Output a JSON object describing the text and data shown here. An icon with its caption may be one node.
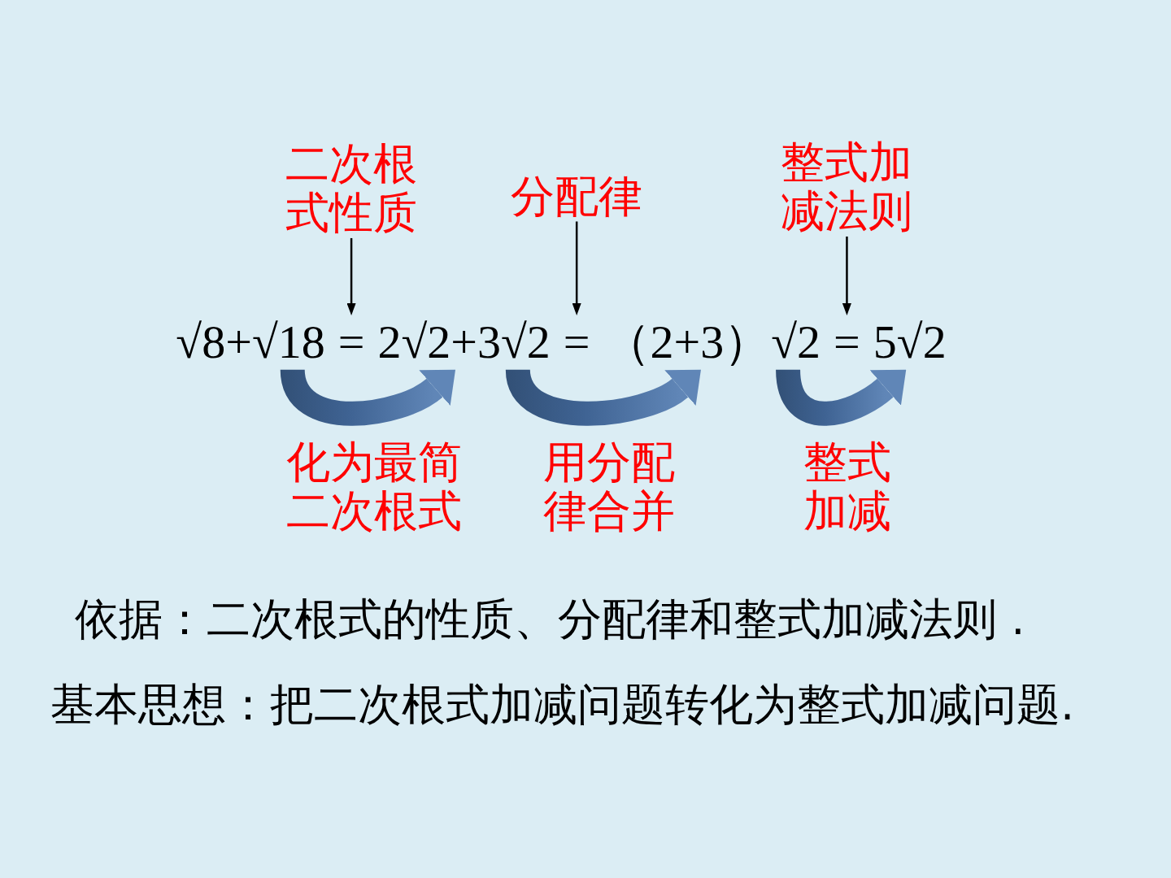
{
  "diagram": {
    "nodes": [
      {
        "text": [
          "二次根式性质"
        ]
      },
      {
        "text": [
          "分配律"
        ]
      },
      {
        "text": [
          "整式加减法则"
        ]
      },
      {
        "text": [
          "√8+√18"
        ]
      },
      {
        "text": [
          "="
        ]
      },
      {
        "text": [
          "2√2+3√2"
        ]
      },
      {
        "text": [
          "="
        ]
      },
      {
        "text": [
          "（2+3）√2"
        ]
      },
      {
        "text": [
          "="
        ]
      },
      {
        "text": [
          "5√2"
        ]
      }
    ],
    "edges": [
      {
        "from": 0,
        "to": 4,
        "arrow": "to"
      },
      {
        "from": 1,
        "to": 6,
        "arrow": "to"
      },
      {
        "from": 2,
        "to": 8,
        "arrow": "to"
      },
      {
        "from": 3,
        "to": 5,
        "arrow": "to",
        "label": "化为最简二次根式",
        "style": "thick",
        "color": "#4a75ad"
      },
      {
        "from": 5,
        "to": 7,
        "arrow": "to",
        "label": "用分配律合并",
        "style": "thick",
        "color": "#4a75ad"
      },
      {
        "from": 7,
        "to": 9,
        "arrow": "to",
        "label": "整式加减",
        "style": "thick",
        "color": "#4a75ad"
      }
    ],
    "labels": [
      "依据：二次根式的性质、分配律和整式加减法则 .",
      "基本思想：把二次根式加减问题转化为整式加减问题."
    ]
  }
}
